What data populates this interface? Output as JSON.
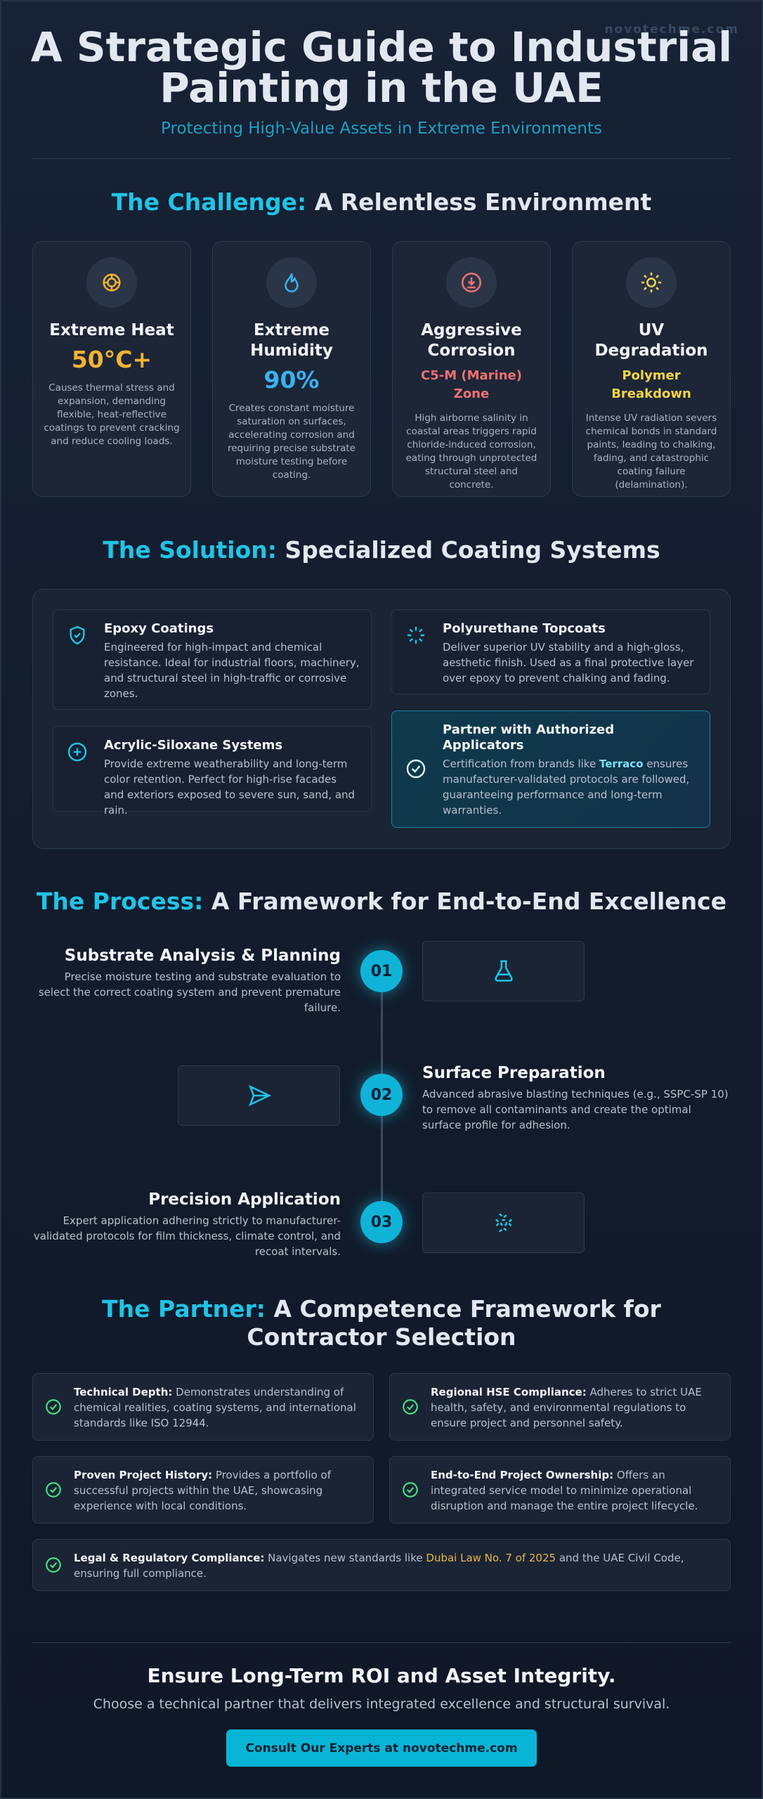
{
  "brand": "novotechme.com",
  "hero": {
    "title": "A Strategic Guide to Industrial Painting in the UAE",
    "subtitle": "Protecting High-Value Assets in Extreme Environments"
  },
  "challenge": {
    "title_hl": "The Challenge:",
    "title_rest": " A Relentless Environment",
    "cards": [
      {
        "name": "Extreme Heat",
        "value": "50°C+",
        "desc": "Causes thermal stress and expansion, demanding flexible, heat-reflective coatings to prevent cracking and reduce cooling loads.",
        "color": "#f2b233",
        "icon": "sun-burst-icon"
      },
      {
        "name": "Extreme Humidity",
        "value": "90%",
        "desc": "Creates constant moisture saturation on surfaces, accelerating corrosion and requiring precise substrate moisture testing before coating.",
        "color": "#3ab2ef",
        "icon": "water-drop-icon"
      },
      {
        "name": "Aggressive Corrosion",
        "value": "C5-M (Marine) Zone",
        "desc": "High airborne salinity in coastal areas triggers rapid chloride-induced corrosion, eating through unprotected structural steel and concrete.",
        "color": "#f07171",
        "icon": "corrosion-icon"
      },
      {
        "name": "UV Degradation",
        "value": "Polymer Breakdown",
        "desc": "Intense UV radiation severs chemical bonds in standard paints, leading to chalking, fading, and catastrophic coating failure (delamination).",
        "color": "#f5d547",
        "icon": "sun-icon"
      }
    ]
  },
  "solution": {
    "title_hl": "The Solution:",
    "title_rest": " Specialized Coating Systems",
    "items": [
      {
        "title": "Epoxy Coatings",
        "desc": "Engineered for high-impact and chemical resistance. Ideal for industrial floors, machinery, and structural steel in high-traffic or corrosive zones.",
        "icon": "shield-check-icon"
      },
      {
        "title": "Polyurethane Topcoats",
        "desc": "Deliver superior UV stability and a high-gloss, aesthetic finish. Used as a final protective layer over epoxy to prevent chalking and fading.",
        "icon": "sparkle-icon"
      },
      {
        "title": "Acrylic-Siloxane Systems",
        "desc": "Provide extreme weatherability and long-term color retention. Perfect for high-rise facades and exteriors exposed to severe sun, sand, and rain.",
        "icon": "plus-circle-icon"
      },
      {
        "title": "Partner with Authorized Applicators",
        "desc_pre": "Certification from brands like ",
        "desc_brand": "Terraco",
        "desc_post": " ensures manufacturer-validated protocols are followed, guaranteeing performance and long-term warranties.",
        "icon": "check-circle-icon"
      }
    ]
  },
  "process": {
    "title_hl": "The Process:",
    "title_rest": " A Framework for End-to-End Excellence",
    "steps": [
      {
        "num": "01",
        "title": "Substrate Analysis & Planning",
        "desc": "Precise moisture testing and substrate evaluation to select the correct coating system and prevent premature failure.",
        "icon": "flask-icon"
      },
      {
        "num": "02",
        "title": "Surface Preparation",
        "desc": "Advanced abrasive blasting techniques (e.g., SSPC-SP 10) to remove all contaminants and create the optimal surface profile for adhesion.",
        "icon": "send-icon"
      },
      {
        "num": "03",
        "title": "Precision Application",
        "desc": "Expert application adhering strictly to manufacturer-validated protocols for film thickness, climate control, and recoat intervals.",
        "icon": "spray-icon"
      }
    ]
  },
  "partner": {
    "title_hl": "The Partner:",
    "title_rest": " A Competence Framework for Contractor Selection",
    "items": [
      {
        "label": "Technical Depth:",
        "text": " Demonstrates understanding of chemical realities, coating systems, and international standards like ISO 12944."
      },
      {
        "label": "Regional HSE Compliance:",
        "text": " Adheres to strict UAE health, safety, and environmental regulations to ensure project and personnel safety."
      },
      {
        "label": "Proven Project History:",
        "text": " Provides a portfolio of successful projects within the UAE, showcasing experience with local conditions."
      },
      {
        "label": "End-to-End Project Ownership:",
        "text": " Offers an integrated service model to minimize operational disruption and manage the entire project lifecycle."
      },
      {
        "label": "Legal & Regulatory Compliance:",
        "text_pre": " Navigates new standards like ",
        "law": "Dubai Law No. 7 of 2025",
        "text_post": " and the UAE Civil Code, ensuring full compliance."
      }
    ]
  },
  "cta": {
    "heading": "Ensure Long-Term ROI and Asset Integrity.",
    "subtext": "Choose a technical partner that delivers integrated excellence and structural survival.",
    "button": "Consult Our Experts at novotechme.com"
  },
  "colors": {
    "accent": "#22c3e6",
    "check": "#4ade80"
  }
}
